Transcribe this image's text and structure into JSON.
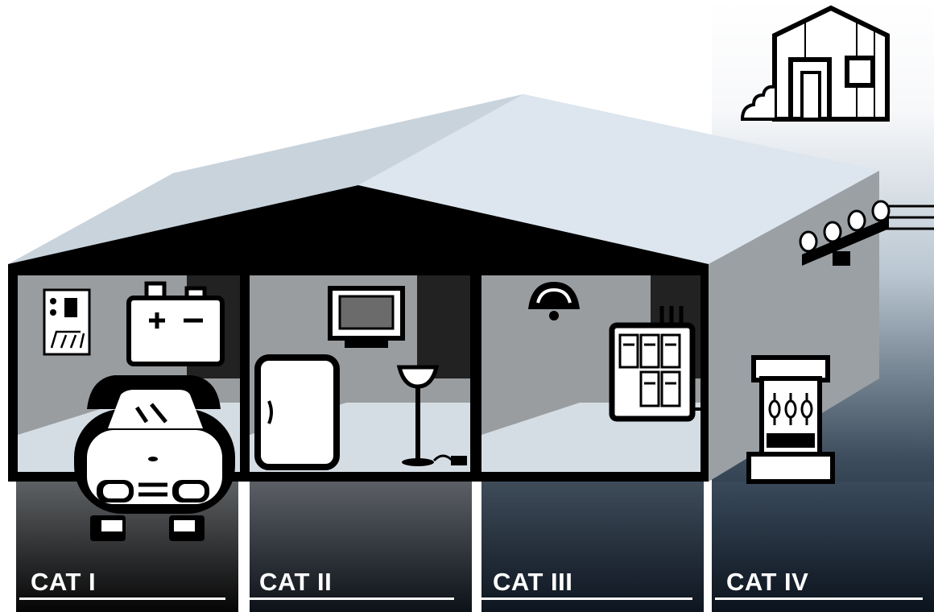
{
  "categories": [
    {
      "label": "CAT I"
    },
    {
      "label": "CAT II"
    },
    {
      "label": "CAT III"
    },
    {
      "label": "CAT IV"
    }
  ],
  "icons": [
    "circuit-board-icon",
    "battery-icon",
    "car-icon",
    "television-icon",
    "refrigerator-icon",
    "floor-lamp-icon",
    "ceiling-lamp-icon",
    "breaker-panel-icon",
    "shed-icon",
    "power-pole-insulators-icon",
    "electric-meter-icon"
  ],
  "colors": {
    "roof_left": "#c9d3dc",
    "roof_right": "#dde6ee",
    "gable": "#000000",
    "interior_wall": "#9a9d9f",
    "floor": "#d5dde4",
    "side_wall": "#9aa0a4",
    "ground_dark": "#0d1520",
    "label_text": "#ffffff"
  }
}
